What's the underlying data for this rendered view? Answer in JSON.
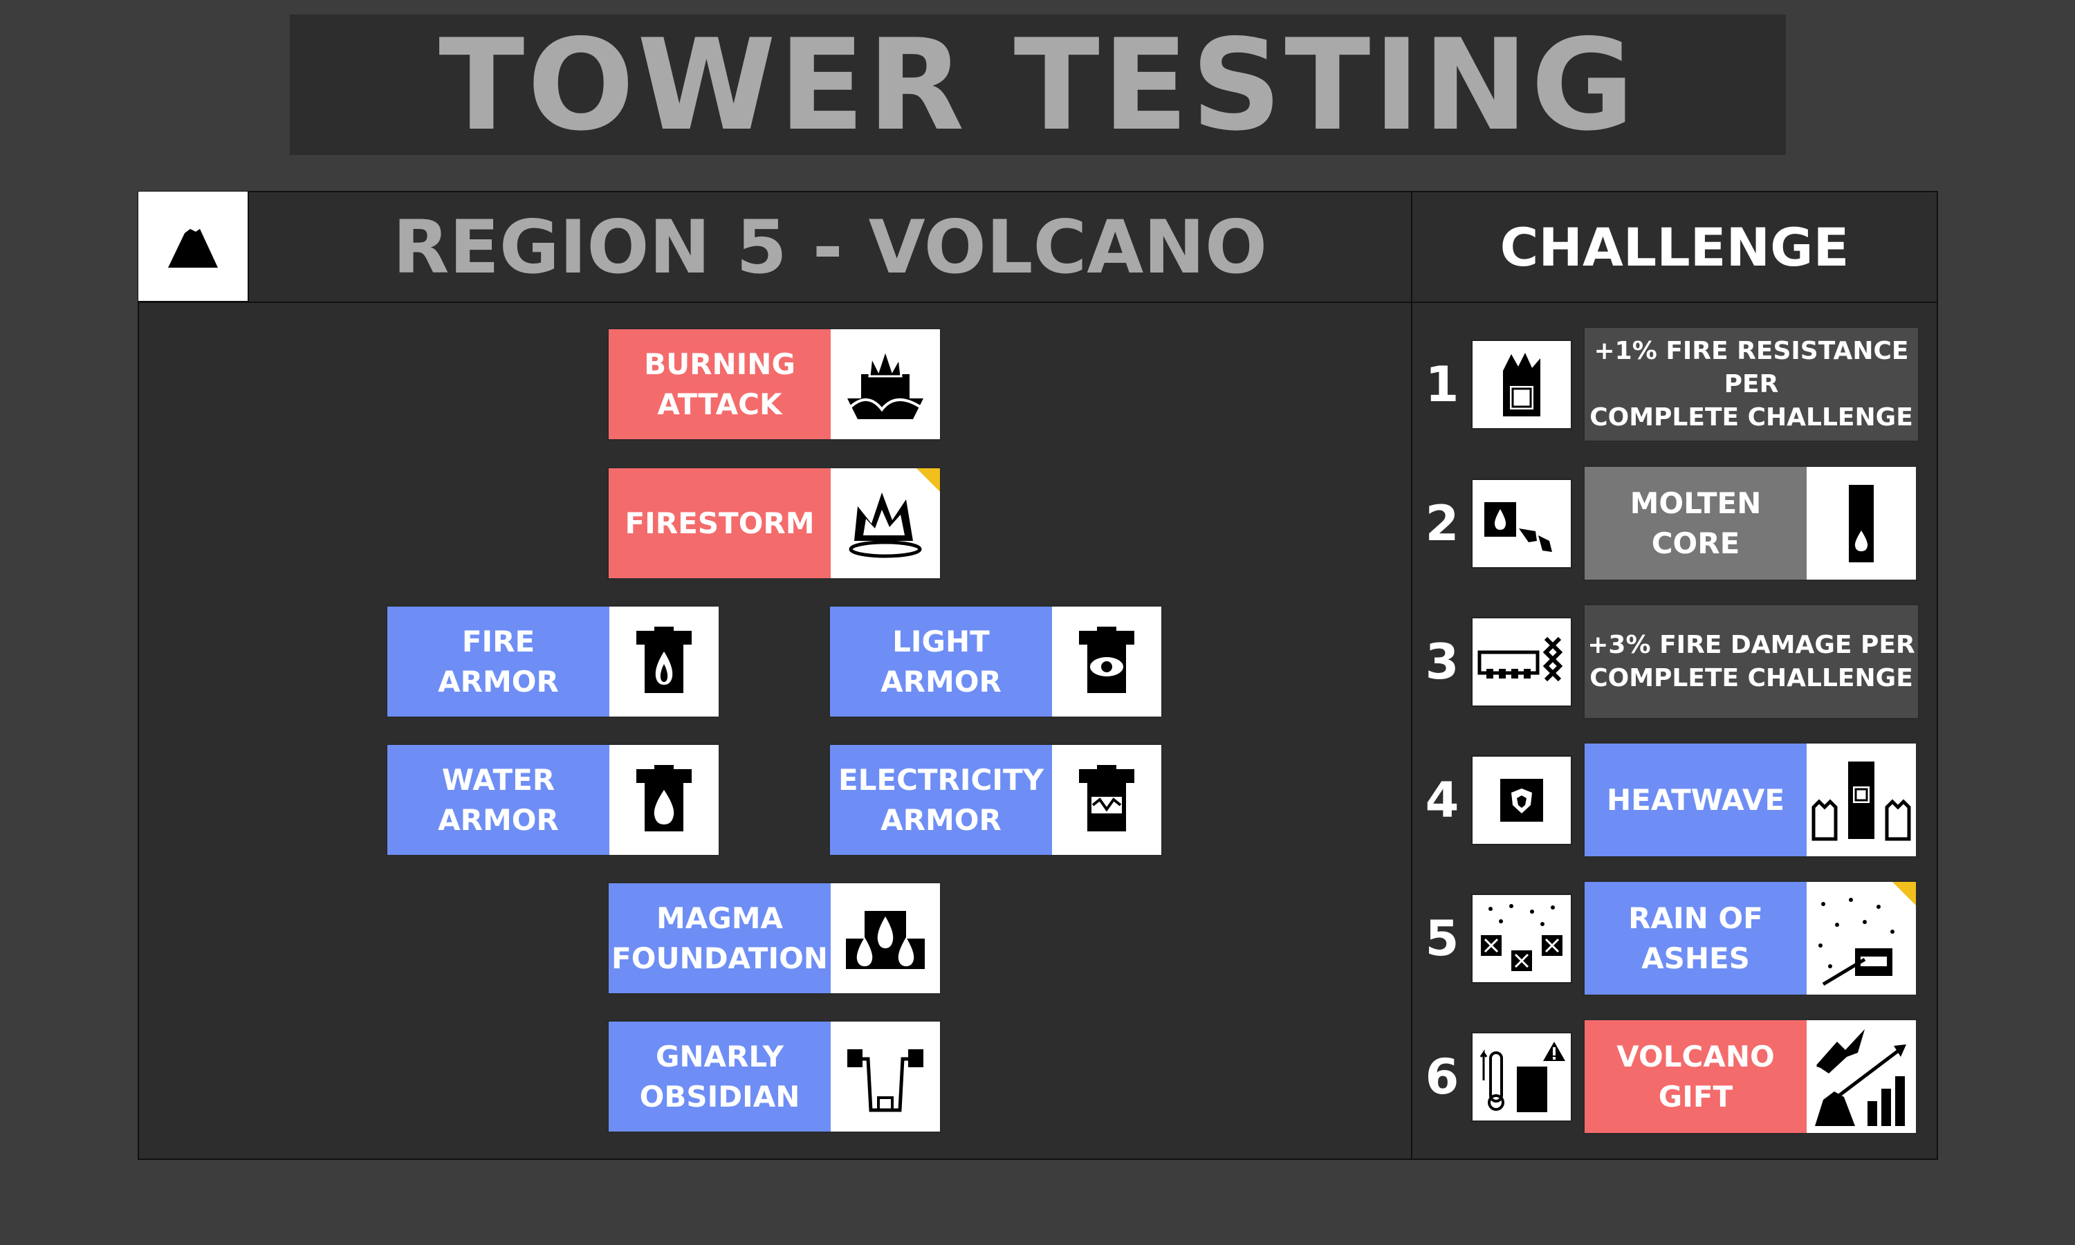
{
  "title": "TOWER TESTING",
  "region": {
    "title": "REGION 5 - VOLCANO",
    "icon": "volcano-icon"
  },
  "upgrades": [
    {
      "id": "burning-attack",
      "label": "BURNING\nATTACK",
      "color": "#f46b6c",
      "icon": "burning-ship-icon"
    },
    {
      "id": "firestorm",
      "label": "FIRESTORM",
      "color": "#f46b6c",
      "icon": "flame-crown-icon",
      "marked": true
    },
    {
      "id": "fire-armor",
      "label": "FIRE\nARMOR",
      "color": "#6e8ef5",
      "icon": "fire-armor-icon"
    },
    {
      "id": "light-armor",
      "label": "LIGHT\nARMOR",
      "color": "#6e8ef5",
      "icon": "light-armor-icon"
    },
    {
      "id": "water-armor",
      "label": "WATER\nARMOR",
      "color": "#6e8ef5",
      "icon": "water-armor-icon"
    },
    {
      "id": "electricity-armor",
      "label": "ELECTRICITY\nARMOR",
      "color": "#6e8ef5",
      "icon": "electricity-armor-icon"
    },
    {
      "id": "magma-foundation",
      "label": "MAGMA\nFOUNDATION",
      "color": "#6e8ef5",
      "icon": "magma-blocks-icon"
    },
    {
      "id": "gnarly-obsidian",
      "label": "GNARLY\nOBSIDIAN",
      "color": "#6e8ef5",
      "icon": "obsidian-pillars-icon"
    }
  ],
  "challenge": {
    "title": "CHALLENGE",
    "rows": [
      {
        "num": "1",
        "icon": "burning-tower-icon",
        "reward": "+1% FIRE RESISTANCE PER\nCOMPLETE CHALLENGE",
        "type": "text"
      },
      {
        "num": "2",
        "icon": "tower-drain-icon",
        "reward": "MOLTEN\nCORE",
        "type": "card",
        "color": "#777777",
        "reward_icon": "core-drop-icon"
      },
      {
        "num": "3",
        "icon": "wall-crossbow-icon",
        "reward": "+3% FIRE DAMAGE PER\nCOMPLETE CHALLENGE",
        "type": "text"
      },
      {
        "num": "4",
        "icon": "shield-tower-icon",
        "reward": "HEATWAVE",
        "type": "card",
        "color": "#6e8ef5",
        "reward_icon": "heatwave-towers-icon"
      },
      {
        "num": "5",
        "icon": "ash-rain-icon",
        "reward": "RAIN OF\nASHES",
        "type": "card",
        "color": "#6e8ef5",
        "reward_icon": "ash-chest-icon",
        "marked": true
      },
      {
        "num": "6",
        "icon": "heat-warning-icon",
        "reward": "VOLCANO\nGIFT",
        "type": "card",
        "color": "#f46b6c",
        "reward_icon": "volcano-gift-icon"
      }
    ]
  }
}
